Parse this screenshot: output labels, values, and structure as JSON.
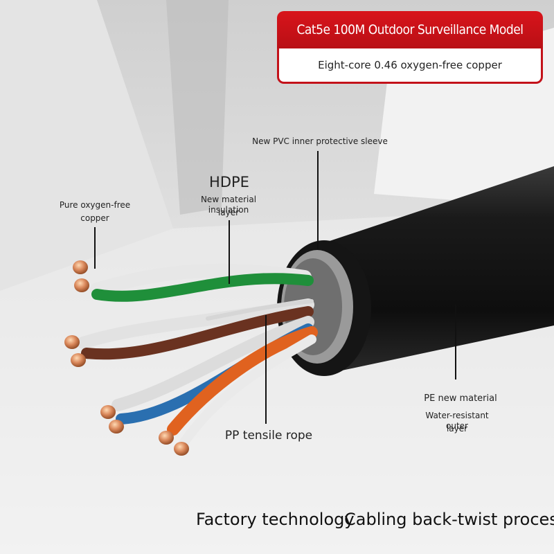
{
  "banner": {
    "title": "Cat5e 100M Outdoor Surveillance Model",
    "subtitle": "Eight-core 0.46 oxygen-free copper"
  },
  "labels": {
    "pvc_sleeve": "New PVC inner protective sleeve",
    "hdpe_title": "HDPE",
    "hdpe_desc_1": "New material insulation",
    "hdpe_desc_2": "layer",
    "copper_1": "Pure oxygen-free",
    "copper_2": "copper",
    "pp_rope": "PP tensile rope",
    "pe_title": "PE new material",
    "pe_desc_1": "Water-resistant outer",
    "pe_desc_2": "layer"
  },
  "caption": {
    "part1": "Factory technology",
    "part2": "Cabling back-twist process"
  },
  "colors": {
    "banner_red": "#c3121a",
    "cable_black": "#141414",
    "copper": "#d9875a",
    "green_pair": "#1f8f3a",
    "brown_pair": "#6a3220",
    "blue_pair": "#2a6fb0",
    "orange_pair": "#e0621f"
  }
}
